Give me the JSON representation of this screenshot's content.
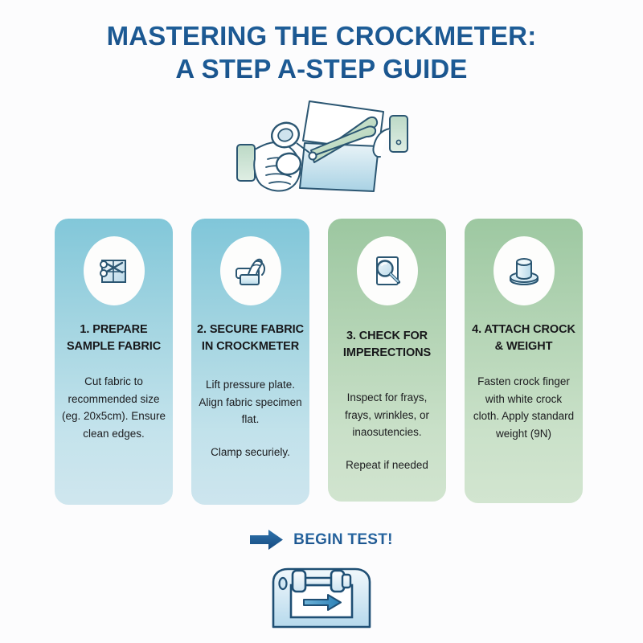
{
  "title": {
    "line1": "MASTERING THE CROCKMETER:",
    "line2": "A STEP A-STEP GUIDE",
    "color": "#1a5391"
  },
  "hero": {
    "icon": "hands-cutting-fabric-with-scissors-illustration"
  },
  "cards": [
    {
      "icon": "scissors-cutting-fabric-icon",
      "heading": "1. PREPARE SAMPLE FABRIC",
      "body": [
        "Cut fabric to recommended size (eg. 20x5cm). Ensure clean edges."
      ],
      "color": "#82c7d9"
    },
    {
      "icon": "hand-clamping-fabric-icon",
      "heading": "2. SECURE FABRIC IN CROCKMETER",
      "body": [
        "Lift pressure plate. Align fabric specimen flat.",
        "Clamp securiely."
      ],
      "color": "#80c6d9"
    },
    {
      "icon": "magnifying-glass-document-icon",
      "heading": "3. CHECK FOR IMPERECTIONS",
      "body": [
        "Inspect for frays, frays, wrinkles, or inaosutencies.",
        "Repeat if needed"
      ],
      "color": "#9cc7a0"
    },
    {
      "icon": "crock-weight-cylinder-icon",
      "heading": "4. ATTACH CROCK & WEIGHT",
      "body": [
        "Fasten crock finger with white crock cloth. Apply standard weight (9N)"
      ],
      "color": "#9dc8a1"
    }
  ],
  "cta": {
    "icon": "right-arrow-icon",
    "label": "BEGIN TEST!",
    "color": "#1d5b95"
  },
  "footer": {
    "icon": "crockmeter-machine-icon"
  },
  "background_color": "#fbfbfc"
}
